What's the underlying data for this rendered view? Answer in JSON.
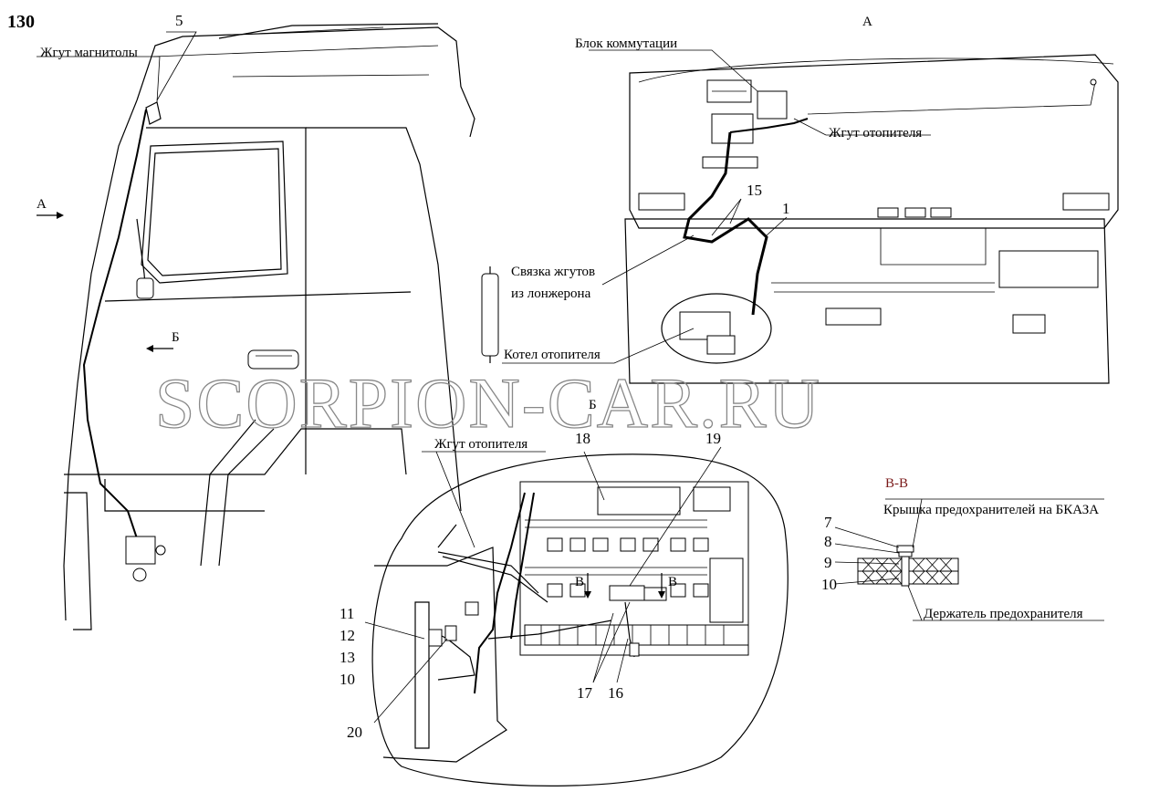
{
  "page_number": "130",
  "watermark": "SCORPION-CAR.RU",
  "view_markers": {
    "a_top": "А",
    "a_arrow": "А",
    "b_arrow": "Б",
    "b_section": "Б",
    "v_left": "В",
    "v_right": "В",
    "section_vv": "В-В"
  },
  "labels": {
    "radio_harness": "Жгут магнитолы",
    "switching_block": "Блок коммутации",
    "heater_harness_top": "Жгут отопителя",
    "bundle_line1": "Связка жгутов",
    "bundle_line2": "из лонжерона",
    "heater_boiler": "Котел отопителя",
    "heater_harness_bottom": "Жгут отопителя",
    "fuse_cover": "Крышка предохранителей на БКАЗА",
    "fuse_holder": "Держатель предохранителя"
  },
  "callouts": {
    "n5": "5",
    "n15": "15",
    "n1": "1",
    "n18": "18",
    "n19": "19",
    "n17": "17",
    "n16": "16",
    "n11": "11",
    "n12": "12",
    "n13": "13",
    "n10a": "10",
    "n20": "20",
    "n7": "7",
    "n8": "8",
    "n9": "9",
    "n10b": "10"
  }
}
